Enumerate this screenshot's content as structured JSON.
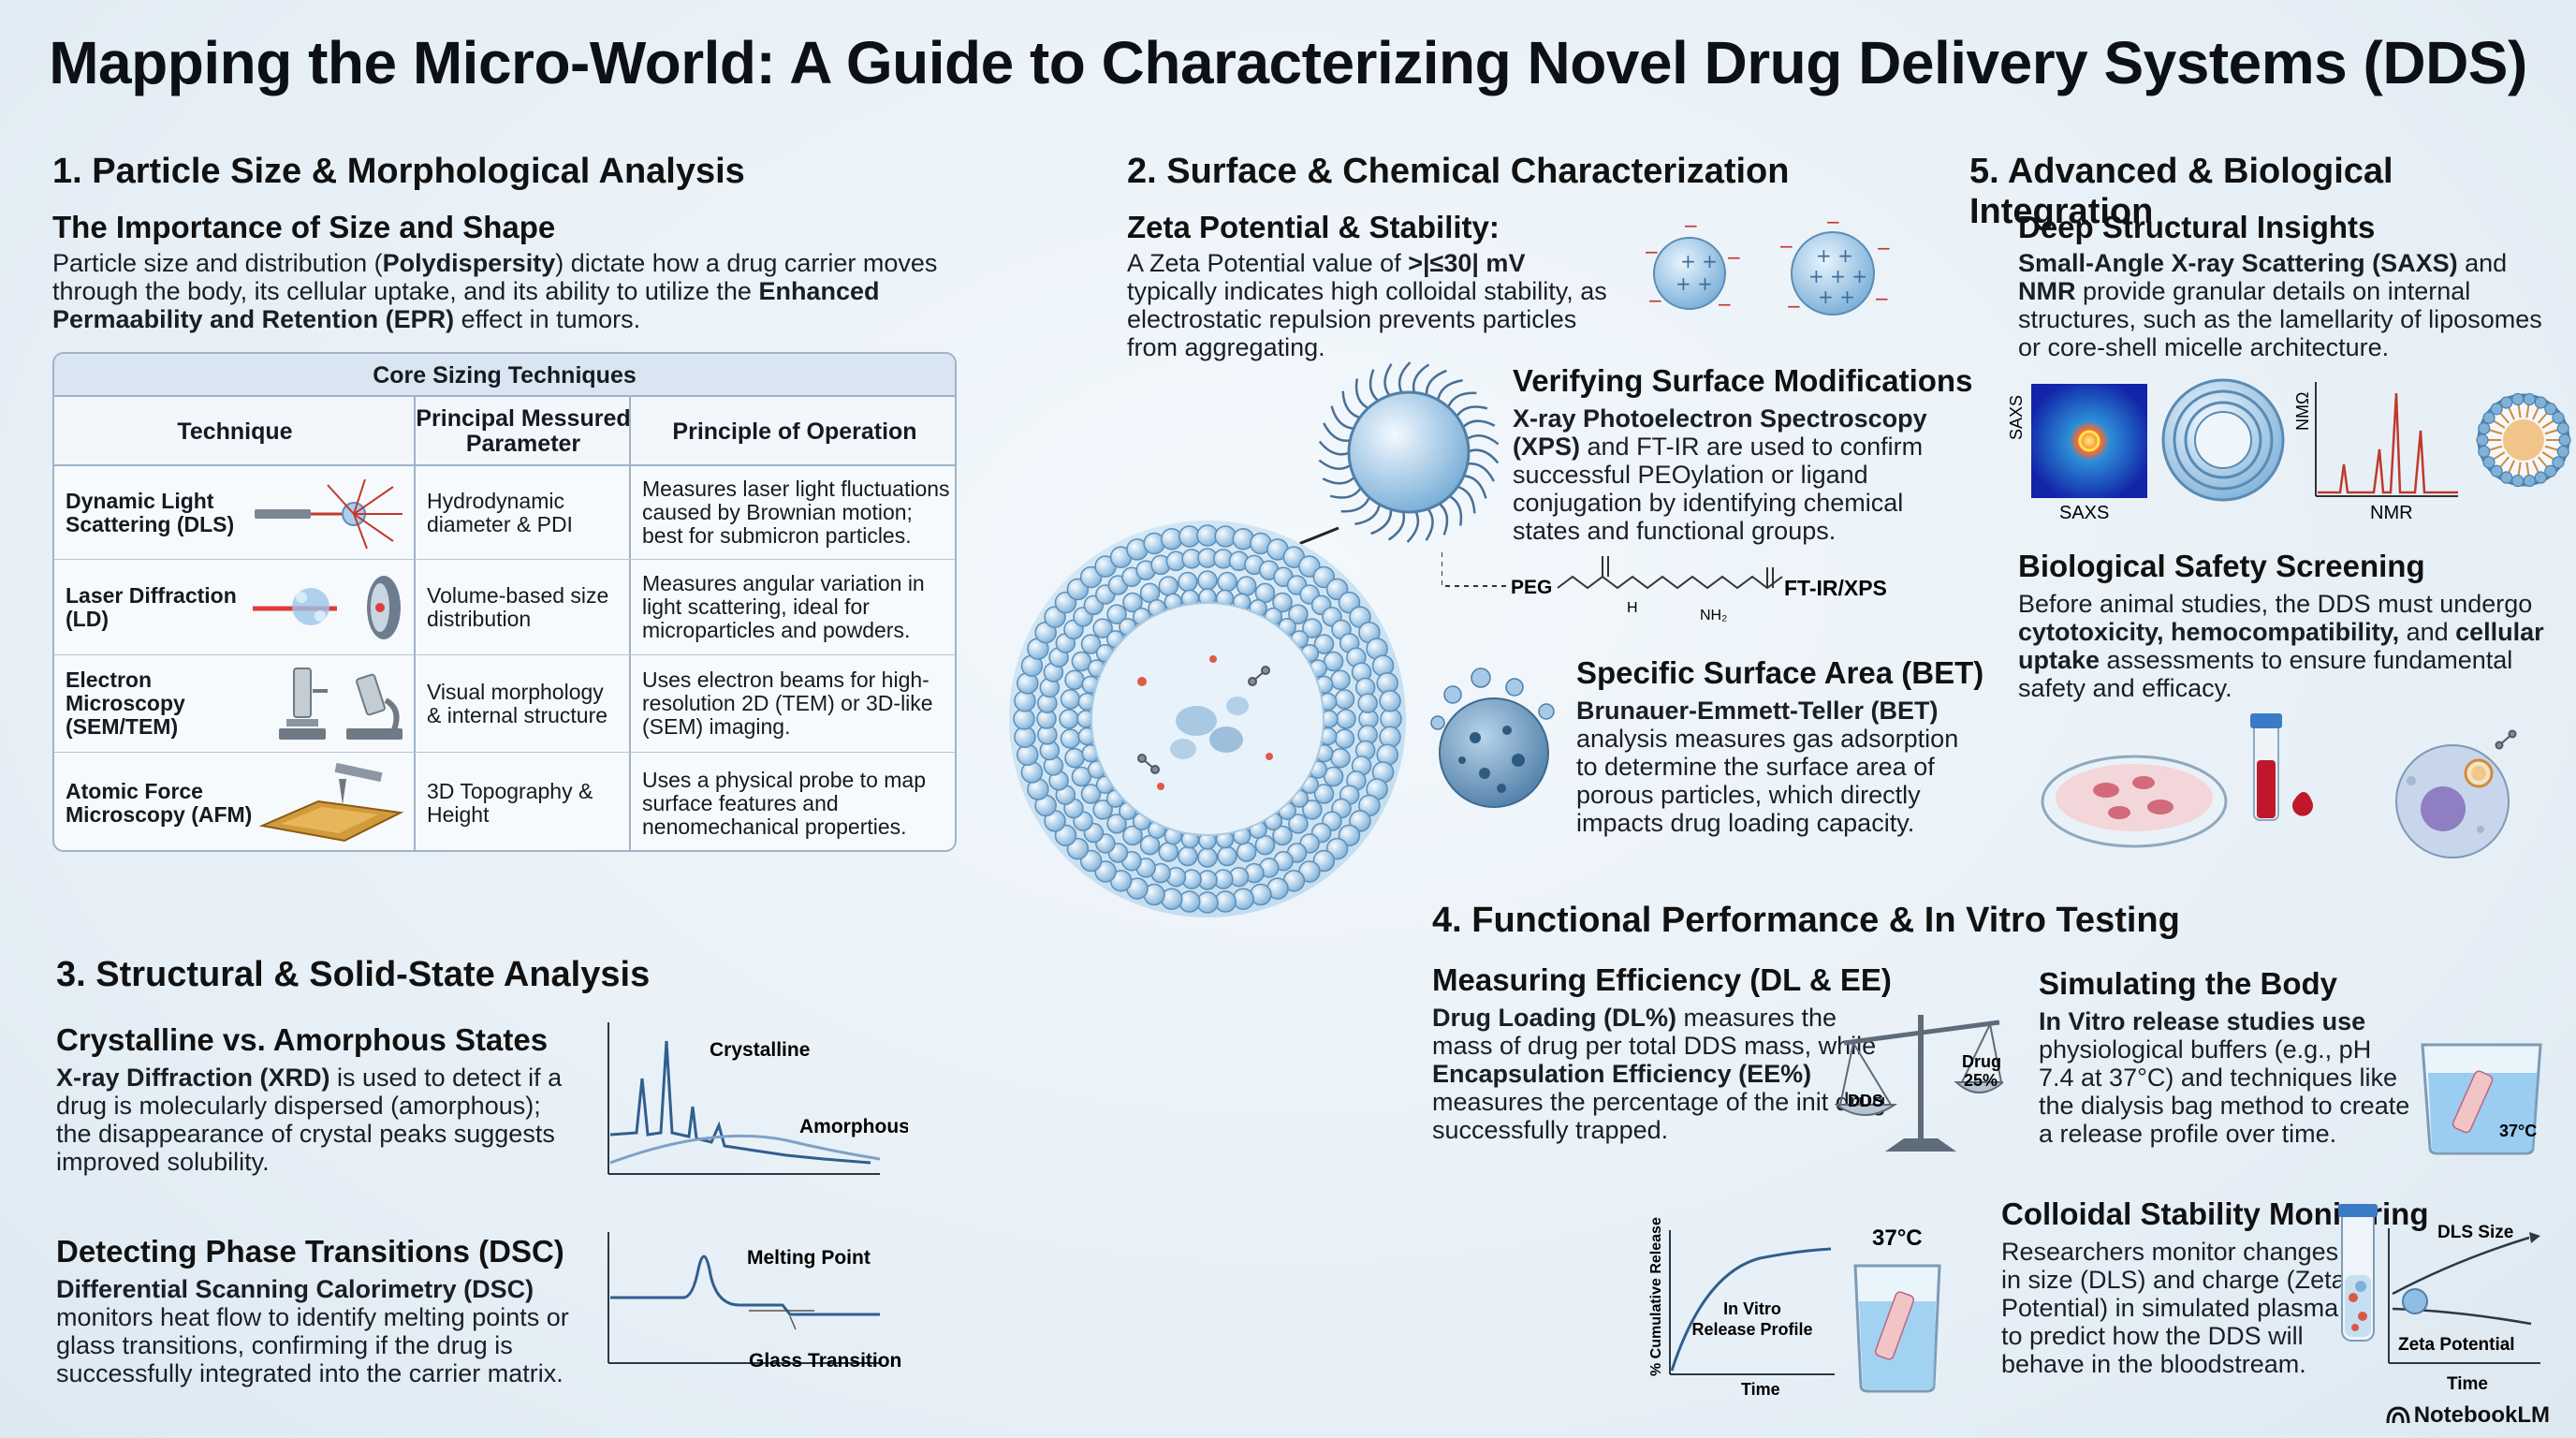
{
  "title": "Mapping the Micro-World: A Guide to Characterizing Novel Drug Delivery Systems (DDS)",
  "brand": "NotebookLM",
  "s1": {
    "heading": "1. Particle Size & Morphological Analysis",
    "subheading": "The Importance of Size and Shape",
    "p1": "Particle size and distribution (",
    "p1b": "Polydispersity",
    "p2": ") dictate how a drug carrier moves through the body, its cellular uptake, and its ability to utilize the ",
    "p2b": "Enhanced Permaability and Retention (EPR)",
    "p3": " effect in tumors.",
    "table": {
      "caption": "Core Sizing Techniques",
      "headers": [
        "Technique",
        "Principal Messured Parameter",
        "Principle of Operation"
      ],
      "rows": [
        {
          "technique": "Dynamic Light Scattering (DLS)",
          "param": "Hydrodynamic diameter & PDI",
          "principle": "Measures laser light fluctuations caused by Brownian motion; best for submicron particles."
        },
        {
          "technique": "Laser Diffraction (LD)",
          "param": "Volume-based size distribution",
          "principle": "Measures angular variation in light scattering, ideal for microparticles and powders."
        },
        {
          "technique": "Electron Microscopy (SEM/TEM)",
          "param": "Visual morphology & internal structure",
          "principle": "Uses electron beams for high-resolution 2D (TEM) or 3D-like (SEM) imaging."
        },
        {
          "technique": "Atomic Force Microscopy (AFM)",
          "param": "3D Topography & Height",
          "principle": "Uses a physical probe to map surface features and nenomechanical properties."
        }
      ]
    }
  },
  "s2": {
    "heading": "2. Surface & Chemical Characterization",
    "zeta_h": "Zeta Potential & Stability:",
    "zeta_p1": "A Zeta Potential value of ",
    "zeta_pb": ">|≤30| mV",
    "zeta_p2": " typically indicates high colloidal stability, as electrostatic repulsion prevents particles from aggregating.",
    "verify_h": "Verifying Surface Modifications",
    "verify_b": "X-ray Photoelectron Spectroscopy (XPS)",
    "verify_p": " and FT-IR are used to confirm successful PEOylation or ligand conjugation by identifying chemical states and functional groups.",
    "peg_label": "PEG",
    "h_label": "H",
    "nh2_label": "NH₂",
    "ftir_label": "FT-IR/XPS",
    "bet_h": "Specific Surface Area (BET)",
    "bet_b": "Brunauer-Emmett-Teller (BET)",
    "bet_p": " analysis measures gas adsorption to determine the surface area of porous particles, which directly impacts drug loading capacity."
  },
  "s3": {
    "heading": "3. Structural & Solid-State Analysis",
    "xrd_h": "Crystalline vs. Amorphous States",
    "xrd_b": "X-ray Diffraction (XRD)",
    "xrd_p": " is used to detect if a drug is molecularly dispersed (amorphous); the disappearance of crystal peaks suggests improved solubility.",
    "crystalline": "Crystalline",
    "amorphous": "Amorphous",
    "dsc_h": "Detecting Phase Transitions (DSC)",
    "dsc_b": "Differential Scanning Calorimetry (DSC)",
    "dsc_p": " monitors heat flow to identify melting points or glass transitions, confirming if the drug is successfully integrated into the carrier matrix.",
    "melting": "Melting Point",
    "glass": "Glass Transition"
  },
  "s4": {
    "heading": "4. Functional Performance & In Vitro Testing",
    "eff_h": "Measuring Efficiency (DL & EE)",
    "eff_b1": "Drug Loading (DL%)",
    "eff_p1": " measures the mass of drug per total DDS mass, while ",
    "eff_b2": "Encapsulation Efficiency (EE%)",
    "eff_p2": " measures the percentage of the init drug successfully trapped.",
    "scale_dds": "DDS",
    "scale_drug": "Drug",
    "scale_pct": "25%",
    "sim_h": "Simulating the Body",
    "sim_b": "In Vitro release studies use",
    "sim_p": " physiological buffers (e.g., pH 7.4 at 37°C) and techniques like the dialysis bag method to create a release profile over time.",
    "beaker_temp": "37°C",
    "release_ylabel": "% Cumulative Release",
    "release_xlabel": "Time",
    "release_title1": "In Vitro",
    "release_title2": "Release Profile",
    "release_temp": "37°C",
    "coll_h": "Colloidal Stability Monitoring",
    "coll_p": "Researchers monitor changes in size (DLS) and charge (Zeta Potential) in simulated plasma to predict how the DDS will behave in the bloodstream.",
    "dls_size": "DLS Size",
    "zeta_pot": "Zeta Potential",
    "coll_time": "Time"
  },
  "s5": {
    "heading": "5. Advanced & Biological Integration",
    "deep_h": "Deep Structural Insights",
    "deep_b": "Small-Angle X-ray Scattering (SAXS)",
    "deep_mid": " and ",
    "deep_b2": "NMR",
    "deep_p": " provide granular details on internal structures, such as the lamellarity of liposomes or core-shell micelle architecture.",
    "saxs_axis": "SAXS",
    "saxs_label": "SAXS",
    "nmr_axis": "NMΩ",
    "nmr_label": "NMR",
    "bio_h": "Biological Safety Screening",
    "bio_p1": "Before animal studies, the DDS must undergo ",
    "bio_b1": "cytotoxicity, hemocompatibility,",
    "bio_p2": " and ",
    "bio_b2": "cellular uptake",
    "bio_p3": " assessments to ensure fundamental safety and efficacy."
  }
}
